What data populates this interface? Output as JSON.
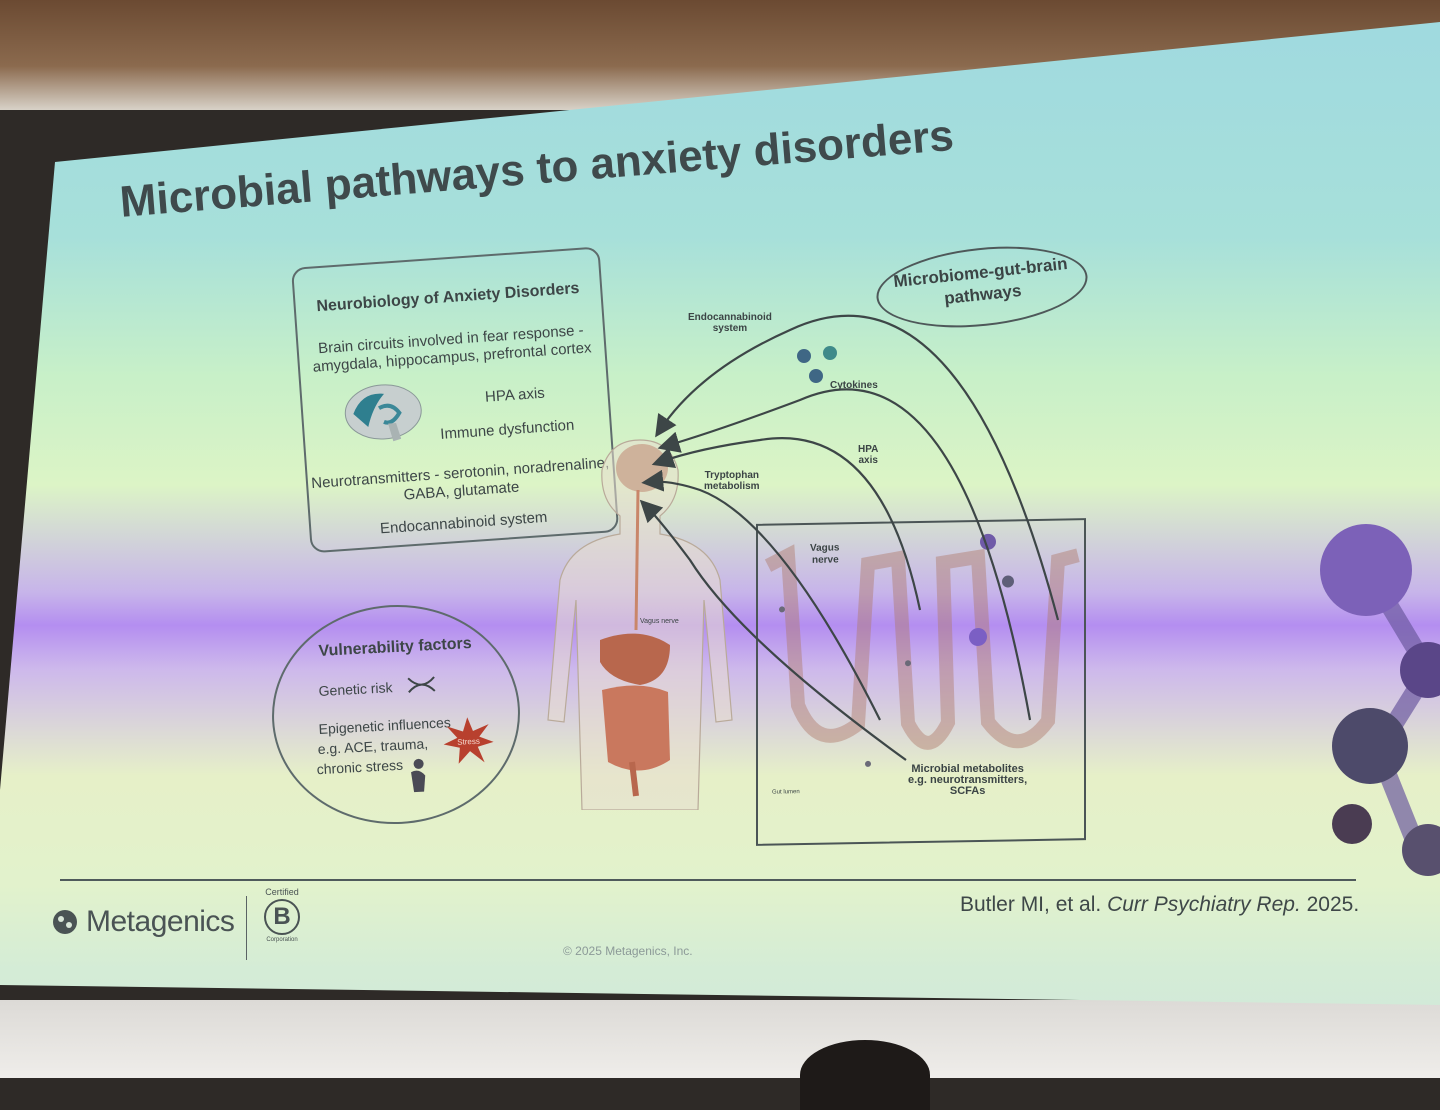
{
  "slide": {
    "title": "Microbial pathways to anxiety disorders",
    "neuro_box": {
      "heading": "Neurobiology of Anxiety Disorders",
      "line1": "Brain circuits involved in fear response -",
      "line2": "amygdala, hippocampus, prefrontal cortex",
      "hpa": "HPA axis",
      "immune": "Immune dysfunction",
      "neuro1": "Neurotransmitters - serotonin, noradrenaline,",
      "neuro2": "GABA, glutamate",
      "endo": "Endocannabinoid system"
    },
    "vulnerability": {
      "heading": "Vulnerability factors",
      "genetic": "Genetic risk",
      "epi1": "Epigenetic influences",
      "epi2": "e.g. ACE, trauma,",
      "epi3": "chronic stress",
      "stress_badge": "Stress"
    },
    "pathways": {
      "bubble1": "Microbiome-gut-brain",
      "bubble2": "pathways",
      "endocannabinoid1": "Endocannabinoid",
      "endocannabinoid2": "system",
      "cytokines": "Cytokines",
      "hpa1": "HPA",
      "hpa2": "axis",
      "tryptophan1": "Tryptophan",
      "tryptophan2": "metabolism",
      "vagus1": "Vagus",
      "vagus2": "nerve",
      "vagus_small": "Vagus nerve",
      "metab1": "Microbial metabolites",
      "metab2": "e.g. neurotransmitters,",
      "metab3": "SCFAs",
      "gut_lumen": "Gut lumen"
    },
    "footer": {
      "citation_authors": "Butler MI, et al.",
      "citation_journal": "Curr Psychiatry Rep.",
      "citation_year": "2025.",
      "logo": "Metagenics",
      "certified": "Certified",
      "bcorp_letter": "B",
      "corporation": "Corporation",
      "copyright": "© 2025 Metagenics, Inc."
    },
    "colors": {
      "text": "#3f4a4c",
      "accent_purple": "#7b5fc4",
      "organ": "#c9785e"
    }
  }
}
